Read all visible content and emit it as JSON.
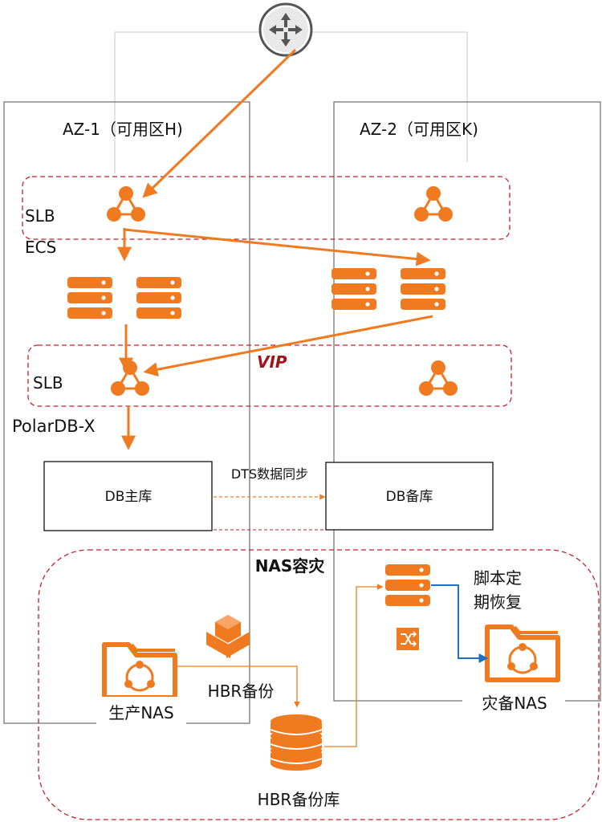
{
  "zones": {
    "az1": "AZ-1（可用区H)",
    "az2": "AZ-2（可用区K)"
  },
  "labels": {
    "slb_top": "SLB",
    "ecs": "ECS",
    "slb_mid": "SLB",
    "vip": "VIP",
    "polardb": "PolarDB-X",
    "dts_sync": "DTS数据同步",
    "nas_dr": "NAS容灾",
    "script_line1": "脚本定",
    "script_line2": "期恢复",
    "hbr_backup": "HBR备份",
    "prod_nas": "生产NAS",
    "dr_nas": "灾备NAS",
    "hbr_vault": "HBR备份库"
  },
  "databases": {
    "primary": "DB主库",
    "standby": "DB备库"
  },
  "icons": {
    "router": "router-icon",
    "slb": "slb-icon",
    "server": "server-icon",
    "nas": "nas-folder-icon",
    "hbr": "hbr-icon",
    "shuffle": "shuffle-icon",
    "database": "database-icon"
  },
  "colors": {
    "accent": "#F07A1F",
    "dashed_red": "#C0212B",
    "vip": "#A0141E",
    "blue": "#1F6FC4",
    "gray": "#777777",
    "light_gray": "#C8C8C8"
  }
}
